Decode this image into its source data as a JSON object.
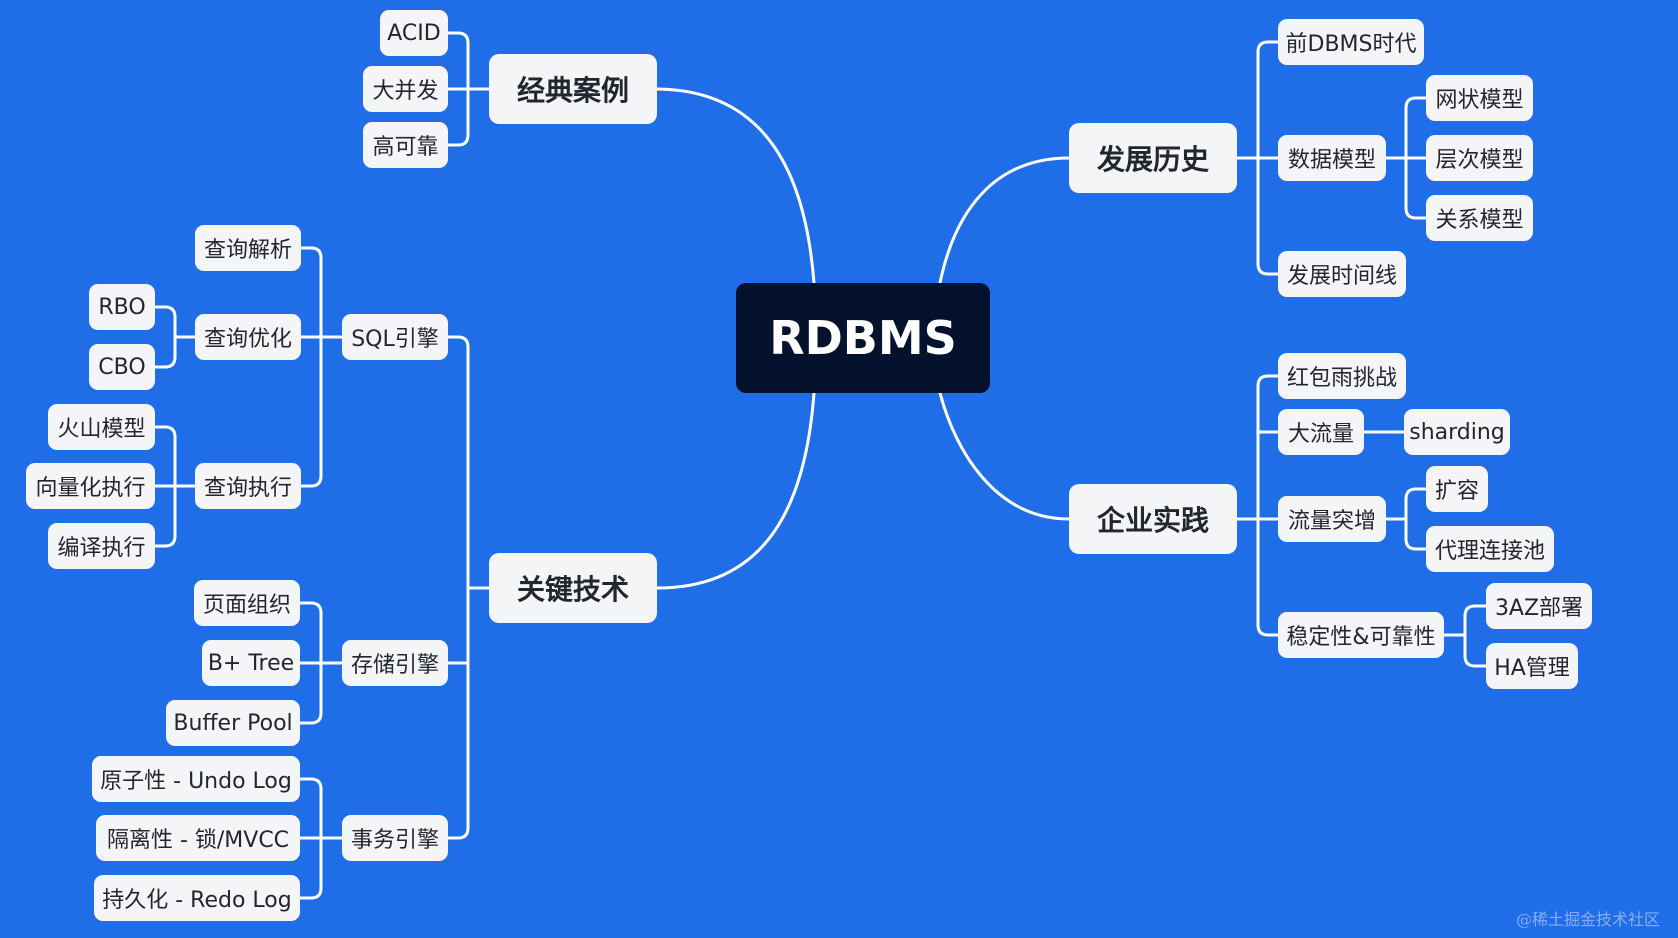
{
  "colors": {
    "background": "#1f6ee8",
    "root_fill": "#05122e",
    "node_fill": "#f4f5f7",
    "connector": "#ffffff"
  },
  "mindmap": {
    "root": "RDBMS",
    "history": {
      "label": "发展历史",
      "pre_dbms": "前DBMS时代",
      "data_model": "数据模型",
      "network_model": "网状模型",
      "hierarchical_model": "层次模型",
      "relational_model": "关系模型",
      "timeline": "发展时间线"
    },
    "practice": {
      "label": "企业实践",
      "red_packet": "红包雨挑战",
      "high_traffic": "大流量",
      "sharding": "sharding",
      "traffic_spike": "流量突增",
      "scale_out": "扩容",
      "proxy_pool": "代理连接池",
      "stability": "稳定性&可靠性",
      "three_az": "3AZ部署",
      "ha": "HA管理"
    },
    "classic": {
      "label": "经典案例",
      "acid": "ACID",
      "concurrency": "大并发",
      "reliability": "高可靠"
    },
    "tech": {
      "label": "关键技术",
      "sql_engine": "SQL引擎",
      "query_parse": "查询解析",
      "query_optimize": "查询优化",
      "rbo": "RBO",
      "cbo": "CBO",
      "query_exec": "查询执行",
      "volcano": "火山模型",
      "vectorized": "向量化执行",
      "compiled": "编译执行",
      "storage_engine": "存储引擎",
      "page_org": "页面组织",
      "btree": "B+ Tree",
      "buffer_pool": "Buffer Pool",
      "txn_engine": "事务引擎",
      "atomicity": "原子性 - Undo Log",
      "isolation": "隔离性 - 锁/MVCC",
      "durability": "持久化 - Redo Log"
    }
  },
  "watermark": "@稀土掘金技术社区"
}
